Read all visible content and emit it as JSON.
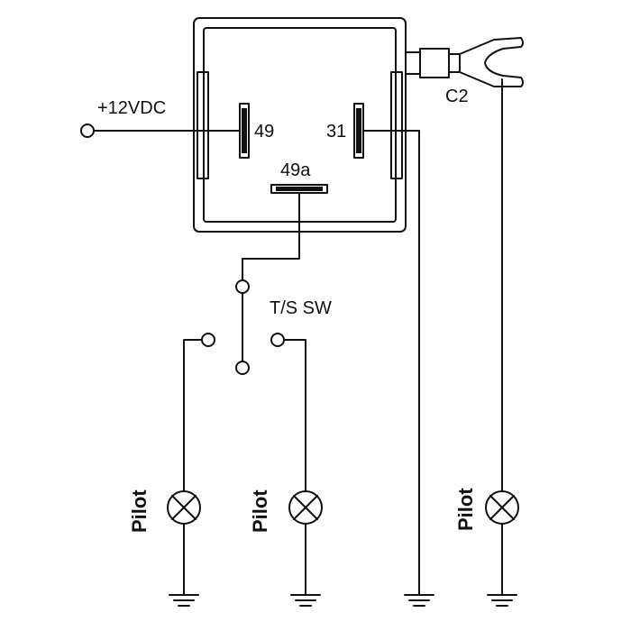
{
  "labels": {
    "supply": "+12VDC",
    "terminal_49": "49",
    "terminal_31": "31",
    "terminal_49a": "49a",
    "connector": "C2",
    "switch": "T/S SW",
    "lamp_left": "Pilot",
    "lamp_middle": "Pilot",
    "lamp_right": "Pilot"
  },
  "colors": {
    "line": "#111111",
    "background": "#ffffff"
  }
}
